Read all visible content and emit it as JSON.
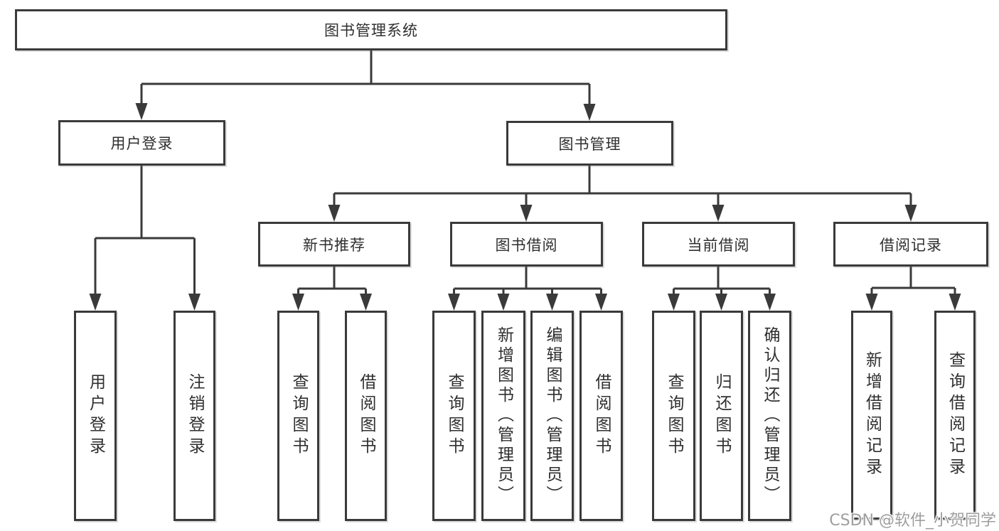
{
  "colors": {
    "line": "#3a3a3a",
    "text": "#2f2f2f",
    "box_bg": "#ffffff",
    "watermark": "#9e9e9e"
  },
  "watermark": {
    "text": "CSDN @软件_小贺同学"
  },
  "tree": {
    "label": "图书管理系统",
    "children": {
      "user_login": {
        "label": "用户登录",
        "children": {
          "login": {
            "label": "用户登录"
          },
          "logout": {
            "label": "注销登录"
          }
        }
      },
      "book_mgmt": {
        "label": "图书管理",
        "children": {
          "new_book_rec": {
            "label": "新书推荐",
            "children": {
              "query_books": {
                "label": "查询图书"
              },
              "borrow_books": {
                "label": "借阅图书"
              }
            }
          },
          "book_borrow": {
            "label": "图书借阅",
            "children": {
              "query_books": {
                "label": "查询图书"
              },
              "add_books": {
                "label": "新增图书（管理员）"
              },
              "edit_books": {
                "label": "编辑图书（管理员）"
              },
              "borrow_books": {
                "label": "借阅图书"
              }
            }
          },
          "current_borrow": {
            "label": "当前借阅",
            "children": {
              "query_books": {
                "label": "查询图书"
              },
              "return_books": {
                "label": "归还图书"
              },
              "confirm_return": {
                "label": "确认归还（管理员）"
              }
            }
          },
          "borrow_record": {
            "label": "借阅记录",
            "children": {
              "add_record": {
                "label": "新增借阅记录"
              },
              "query_record": {
                "label": "查询借阅记录"
              }
            }
          }
        }
      }
    }
  }
}
